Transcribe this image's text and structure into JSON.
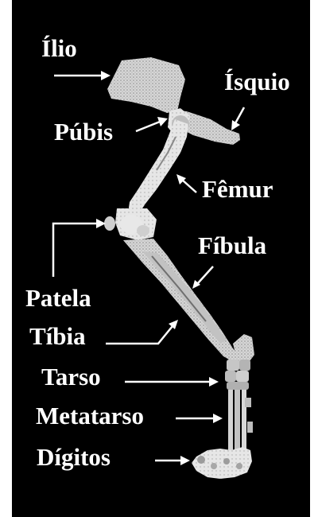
{
  "labels": {
    "ilio": "Ílio",
    "isquio": "Ísquio",
    "pubis": "Púbis",
    "femur": "Fêmur",
    "fibula": "Fíbula",
    "patela": "Patela",
    "tibia": "Tíbia",
    "tarso": "Tarso",
    "metatarso": "Metatarso",
    "digitos": "Dígitos"
  },
  "colors": {
    "background": "#000000",
    "text": "#ffffff",
    "bone": "#d8d8d8",
    "bone_shade": "#9a9a9a"
  }
}
